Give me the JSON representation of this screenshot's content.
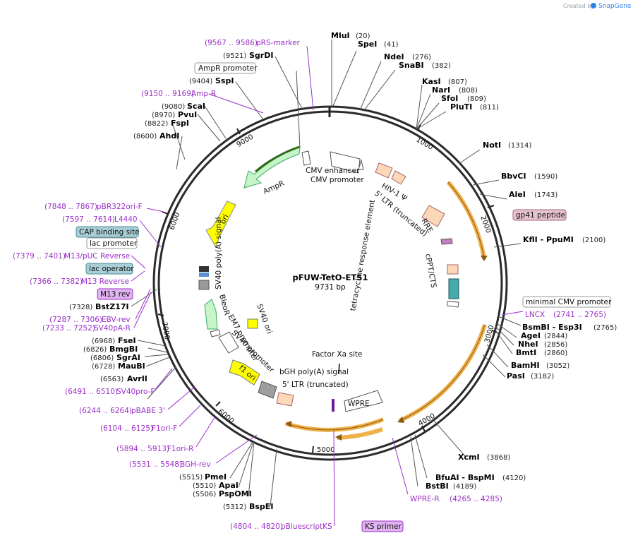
{
  "header": {
    "credit": "Created by",
    "brand": "SnapGene"
  },
  "plasmid": {
    "name": "pFUW-TetO-ETS1",
    "size_label": "9731 bp",
    "length": 9731
  },
  "ticks": [
    "1000",
    "2000",
    "3000",
    "4000",
    "5000",
    "6000",
    "7000",
    "9000"
  ],
  "enzymes": [
    {
      "name": "MluI",
      "pos": "(20)"
    },
    {
      "name": "SpeI",
      "pos": "(41)"
    },
    {
      "name": "NdeI",
      "pos": "(276)"
    },
    {
      "name": "SnaBI",
      "pos": "(382)"
    },
    {
      "name": "KasI",
      "pos": "(807)"
    },
    {
      "name": "NarI",
      "pos": "(808)"
    },
    {
      "name": "SfoI",
      "pos": "(809)"
    },
    {
      "name": "PluTI",
      "pos": "(811)"
    },
    {
      "name": "NotI",
      "pos": "(1314)"
    },
    {
      "name": "BbvCI",
      "pos": "(1590)"
    },
    {
      "name": "AleI",
      "pos": "(1743)"
    },
    {
      "name": "KflI - PpuMI",
      "pos": "(2100)"
    },
    {
      "name": "BsmBI - Esp3I",
      "pos": "(2765)"
    },
    {
      "name": "AgeI",
      "pos": "(2844)"
    },
    {
      "name": "NheI",
      "pos": "(2856)"
    },
    {
      "name": "BmtI",
      "pos": "(2860)"
    },
    {
      "name": "BamHI",
      "pos": "(3052)"
    },
    {
      "name": "PasI",
      "pos": "(3182)"
    },
    {
      "name": "XcmI",
      "pos": "(3868)"
    },
    {
      "name": "BfuAI - BspMI",
      "pos": "(4120)"
    },
    {
      "name": "BstBI",
      "pos": "(4189)"
    },
    {
      "name": "BspEI",
      "pos": "(5312)"
    },
    {
      "name": "PspOMI",
      "pos": "(5506)"
    },
    {
      "name": "ApaI",
      "pos": "(5510)"
    },
    {
      "name": "PmeI",
      "pos": "(5515)"
    },
    {
      "name": "AvrII",
      "pos": "(6563)"
    },
    {
      "name": "MauBI",
      "pos": "(6728)"
    },
    {
      "name": "SgrAI",
      "pos": "(6806)"
    },
    {
      "name": "BmgBI",
      "pos": "(6826)"
    },
    {
      "name": "FseI",
      "pos": "(6968)"
    },
    {
      "name": "BstZ17I",
      "pos": "(7328)"
    },
    {
      "name": "AhdI",
      "pos": "(8600)"
    },
    {
      "name": "FspI",
      "pos": "(8822)"
    },
    {
      "name": "PvuI",
      "pos": "(8970)"
    },
    {
      "name": "ScaI",
      "pos": "(9080)"
    },
    {
      "name": "SspI",
      "pos": "(9404)"
    },
    {
      "name": "SgrDI",
      "pos": "(9521)"
    }
  ],
  "primers": [
    {
      "name": "pRS-marker",
      "range": "(9567 .. 9586)"
    },
    {
      "name": "Amp-R",
      "range": "(9150 .. 9169)"
    },
    {
      "name": "pBR322ori-F",
      "range": "(7848 .. 7867)"
    },
    {
      "name": "L4440",
      "range": "(7597 .. 7614)"
    },
    {
      "name": "M13/pUC Reverse",
      "range": "(7379 .. 7401)"
    },
    {
      "name": "M13 Reverse",
      "range": "(7366 .. 7382)"
    },
    {
      "name": "EBV-rev",
      "range": "(7287 .. 7306)"
    },
    {
      "name": "SV40pA-R",
      "range": "(7233 .. 7252)"
    },
    {
      "name": "SV40pro-F",
      "range": "(6491 .. 6510)"
    },
    {
      "name": "pBABE 3'",
      "range": "(6244 .. 6264)"
    },
    {
      "name": "F1ori-F",
      "range": "(6104 .. 6125)"
    },
    {
      "name": "F1ori-R",
      "range": "(5894 .. 5913)"
    },
    {
      "name": "BGH-rev",
      "range": "(5531 .. 5548)"
    },
    {
      "name": "pBluescriptKS",
      "range": "(4804 .. 4820)"
    },
    {
      "name": "WPRE-R",
      "range": "(4265 .. 4285)"
    },
    {
      "name": "LNCX",
      "range": "(2741 .. 2765)"
    }
  ],
  "boxed_labels": {
    "ampr_promoter": "AmpR promoter",
    "cap_binding_site": "CAP binding site",
    "lac_promoter": "lac promoter",
    "lac_operator": "lac operator",
    "m13_rev": "M13 rev",
    "gp41_peptide": "gp41 peptide",
    "minimal_cmv_promoter": "minimal CMV promoter",
    "ks_primer": "KS primer"
  },
  "features": {
    "cmv_enhancer": "CMV enhancer",
    "cmv_promoter": "CMV promoter",
    "hiv_psi": "HIV-1 Ψ",
    "ltr_5_truncated": "5' LTR (truncated)",
    "rre": "RRE",
    "cppt_cts": "cPPT/CTS",
    "tetracycline_response_element": "tetracycline response element",
    "factor_xa_site": "Factor Xa site",
    "wpre": "WPRE",
    "bgh_polya": "bGH poly(A) signal",
    "ltr_5_truncated_2": "5' LTR (truncated)",
    "f1_ori": "f1 ori",
    "sv40_promoter": "SV40 promoter",
    "em7_promoter": "EM7 promoter",
    "bleor": "BleoR",
    "sv40_ori": "SV40 ori",
    "sv40_polya": "SV40 poly(A) signal",
    "ori": "ori",
    "ampr": "AmpR"
  },
  "colors": {
    "backbone": "#2b2b2b",
    "orf_orange": "#f0b04a",
    "primer_purple": "#9b30c8",
    "ampr_green": "#c8f5c8",
    "ori_yellow": "#ffff00",
    "ltr_peach": "#fcd8b8",
    "pill_teal": "#a9cfd6",
    "pill_violet": "#e0b4f0",
    "pill_pink": "#e6c2cc",
    "brand_blue": "#2f80ed"
  }
}
